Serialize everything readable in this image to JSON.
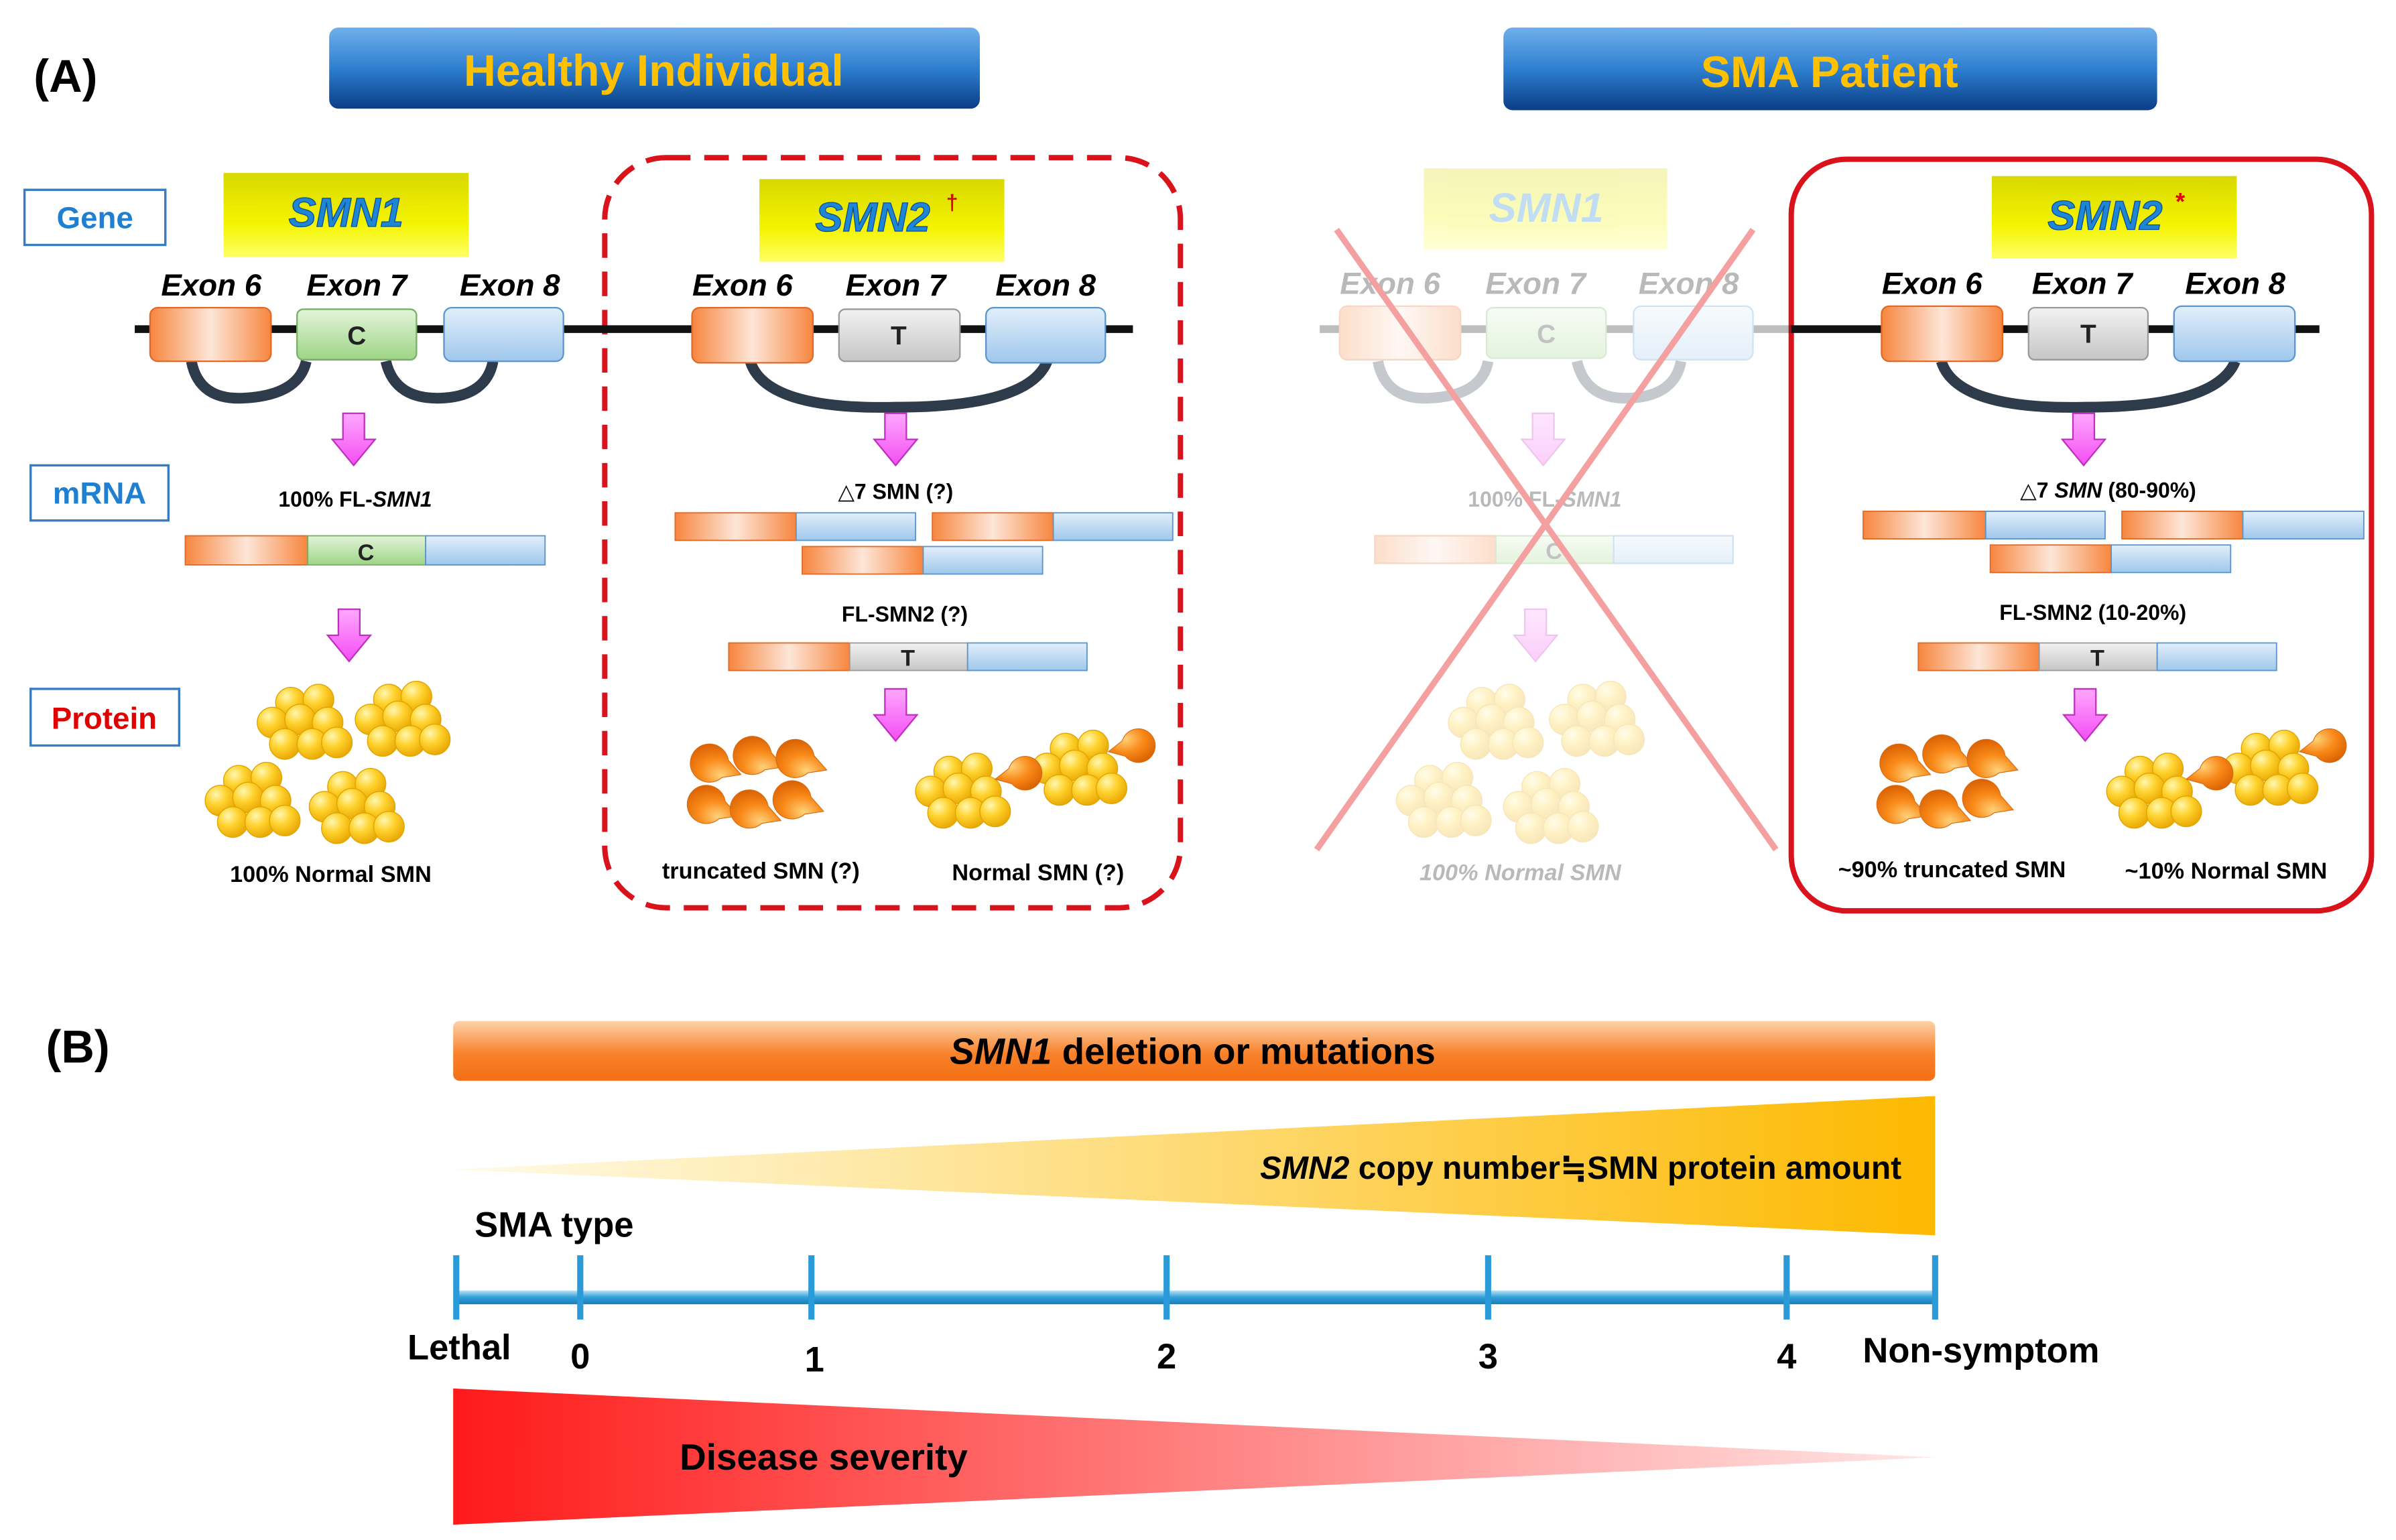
{
  "panel_a": {
    "label": "(A)",
    "rows": {
      "gene": "Gene",
      "mrna": "mRNA",
      "protein": "Protein"
    },
    "healthy": {
      "title": "Healthy Individual",
      "smn1": {
        "gene": "SMN1",
        "exons": [
          "Exon 6",
          "Exon 7",
          "Exon 8"
        ],
        "exon7_base": "C",
        "mrna_prefix": "100% FL-",
        "mrna_gene": "SMN1",
        "protein_label": "100% Normal SMN"
      },
      "smn2": {
        "gene": "SMN2",
        "mark": "†",
        "exons": [
          "Exon 6",
          "Exon 7",
          "Exon 8"
        ],
        "exon7_base": "T",
        "delta_label": "△7 SMN (?)",
        "fl_label": "FL-SMN2 (?)",
        "truncated_label": "truncated SMN (?)",
        "normal_label": "Normal SMN (?)"
      }
    },
    "patient": {
      "title": "SMA Patient",
      "smn1": {
        "gene": "SMN1",
        "exons": [
          "Exon 6",
          "Exon 7",
          "Exon 8"
        ],
        "exon7_base": "C",
        "mrna_prefix": "100% FL-",
        "mrna_gene": "SMN1",
        "protein_label": "100% Normal SMN"
      },
      "smn2": {
        "gene": "SMN2",
        "mark": "*",
        "exons": [
          "Exon 6",
          "Exon 7",
          "Exon 8"
        ],
        "exon7_base": "T",
        "delta_prefix": "△7 ",
        "delta_gene": "SMN",
        "delta_suffix": " (80-90%)",
        "fl_label": "FL-SMN2 (10-20%)",
        "truncated_label": "~90% truncated SMN",
        "normal_label": "~10% Normal SMN"
      }
    }
  },
  "panel_b": {
    "label": "(B)",
    "bar_gene": "SMN1",
    "bar_text": " deletion or mutations",
    "copy_gene": "SMN2",
    "copy_text": " copy number≒SMN protein amount",
    "sma_type_label": "SMA type",
    "scale": [
      "Lethal",
      "0",
      "1",
      "2",
      "3",
      "4",
      "Non-symptom"
    ],
    "severity_label": "Disease severity"
  },
  "colors": {
    "title_bar": "#2e7fd0",
    "title_text": "#ffc000",
    "gene_box": "#e6e600",
    "gene_text": "#1f86d6",
    "row_gene_text": "#1f7fd0",
    "row_protein_text": "#e00000",
    "dashed_border": "#d9121c",
    "solid_border": "#d9121c",
    "arrow": "#ff66ff",
    "exon6": "#f58a45",
    "exon7_c": "#b5e0a5",
    "exon7_t": "#d8d8d8",
    "exon8": "#a9cdee",
    "protein": "#ffc81e",
    "truncated": "#f57a10",
    "severity": "#ff1a1a"
  }
}
